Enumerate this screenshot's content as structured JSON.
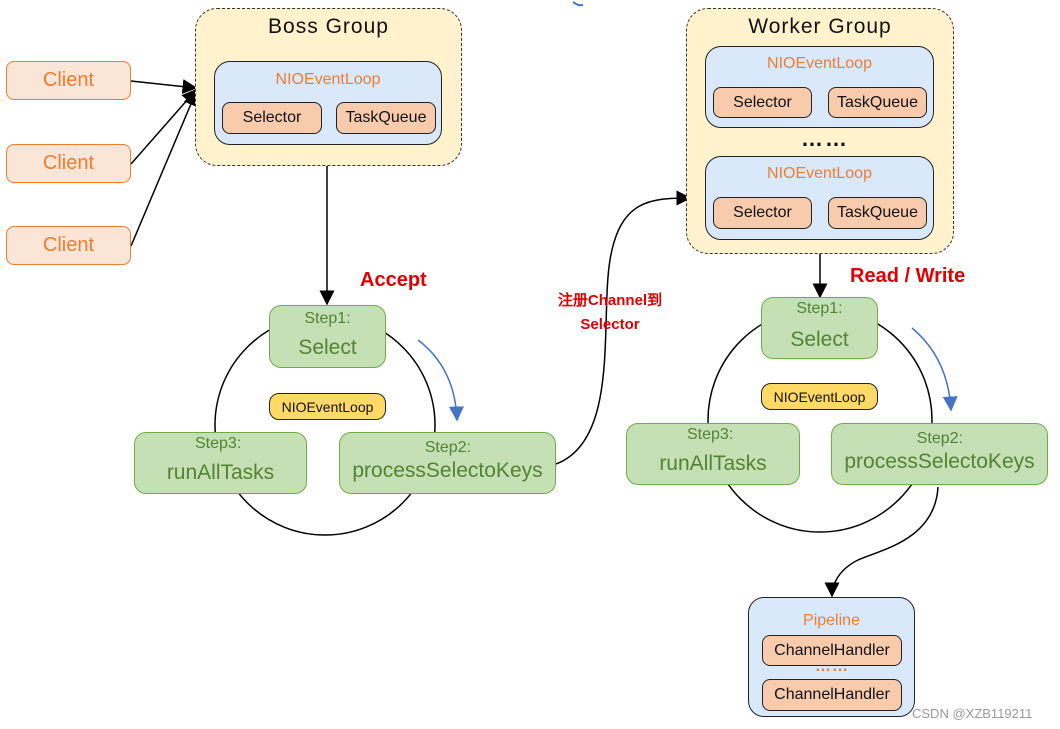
{
  "boss_group": {
    "title": "Boss  Group",
    "event_loop": {
      "title": "NIOEventLoop",
      "selector": "Selector",
      "task_queue": "TaskQueue"
    }
  },
  "worker_group": {
    "title": "Worker  Group",
    "event_loops": [
      {
        "title": "NIOEventLoop",
        "selector": "Selector",
        "task_queue": "TaskQueue"
      },
      {
        "title": "NIOEventLoop",
        "selector": "Selector",
        "task_queue": "TaskQueue"
      }
    ],
    "ellipsis": "……"
  },
  "clients": [
    "Client",
    "Client",
    "Client"
  ],
  "boss_cycle": {
    "step1": {
      "label": "Step1:",
      "name": "Select"
    },
    "step2": {
      "label": "Step2:",
      "name": "processSelectoKeys"
    },
    "step3": {
      "label": "Step3:",
      "name": "runAllTasks"
    },
    "loop_badge": "NIOEventLoop"
  },
  "worker_cycle": {
    "step1": {
      "label": "Step1:",
      "name": "Select"
    },
    "step2": {
      "label": "Step2:",
      "name": "processSelectoKeys"
    },
    "step3": {
      "label": "Step3:",
      "name": "runAllTasks"
    },
    "loop_badge": "NIOEventLoop"
  },
  "labels": {
    "accept": "Accept",
    "read_write": "Read / Write",
    "register_line1": "注册Channel到",
    "register_line2": "Selector"
  },
  "pipeline": {
    "title": "Pipeline",
    "handlers": [
      "ChannelHandler",
      "ChannelHandler"
    ],
    "ellipsis": "……"
  },
  "watermark": "CSDN @XZB119211",
  "colors": {
    "group_fill": "#fff2cc",
    "loop_fill": "#dae8fc",
    "chip_fill": "#f8cbad",
    "client_fill": "#fbe5d6",
    "client_text": "#ed7d31",
    "step_fill": "#c5e0b4",
    "step_text": "#548235",
    "badge_fill": "#ffd966",
    "label_red": "#e00000",
    "flow_arrow": "#4472c4"
  }
}
